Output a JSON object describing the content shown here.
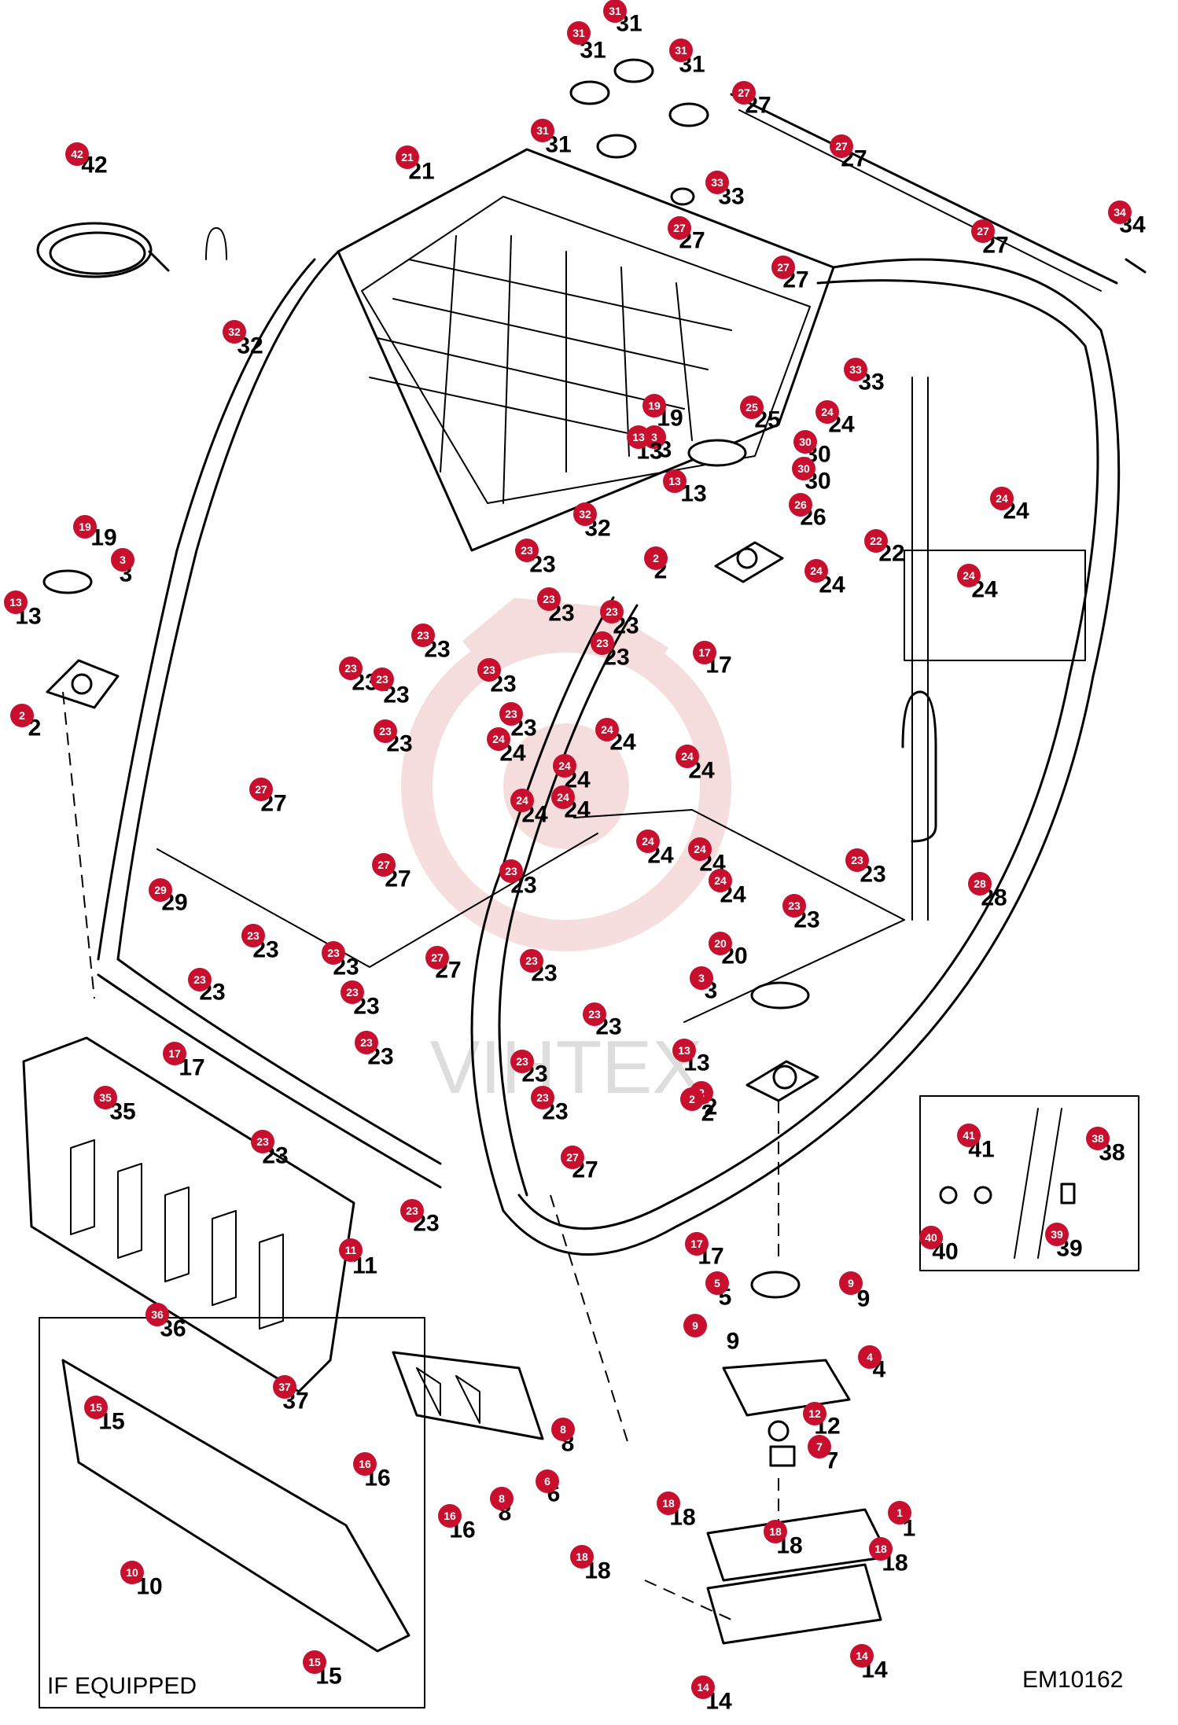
{
  "diagram": {
    "code": "EM10162",
    "optional_label": "IF EQUIPPED",
    "watermark": "VIHTEX",
    "colors": {
      "callout": "#c8102e",
      "line": "#000000",
      "watermark": "#e8a0a0"
    }
  },
  "callouts": [
    {
      "id": "c1",
      "label": "31"
    },
    {
      "id": "c2",
      "label": "31"
    },
    {
      "id": "c3",
      "label": "31"
    },
    {
      "id": "c4",
      "label": "31"
    },
    {
      "id": "c5",
      "label": "27"
    },
    {
      "id": "c6",
      "label": "27"
    },
    {
      "id": "c7",
      "label": "42"
    },
    {
      "id": "c8",
      "label": "21"
    },
    {
      "id": "c9",
      "label": "33"
    },
    {
      "id": "c10",
      "label": "27"
    },
    {
      "id": "c11",
      "label": "34"
    },
    {
      "id": "c12",
      "label": "27"
    },
    {
      "id": "c13",
      "label": "27"
    },
    {
      "id": "c14",
      "label": "32"
    },
    {
      "id": "c15",
      "label": "33"
    },
    {
      "id": "c16",
      "label": "19"
    },
    {
      "id": "c17",
      "label": "25"
    },
    {
      "id": "c18",
      "label": "24"
    },
    {
      "id": "c19",
      "label": "3"
    },
    {
      "id": "c20",
      "label": "30"
    },
    {
      "id": "c21",
      "label": "30"
    },
    {
      "id": "c22",
      "label": "13"
    },
    {
      "id": "c23",
      "label": "26"
    },
    {
      "id": "c24",
      "label": "24"
    },
    {
      "id": "c25",
      "label": "32"
    },
    {
      "id": "c26",
      "label": "22"
    },
    {
      "id": "c27",
      "label": "19"
    },
    {
      "id": "c28",
      "label": "3"
    },
    {
      "id": "c29",
      "label": "2"
    },
    {
      "id": "c30",
      "label": "24"
    },
    {
      "id": "c31",
      "label": "24"
    },
    {
      "id": "c32",
      "label": "13"
    },
    {
      "id": "c33",
      "label": "23"
    },
    {
      "id": "c34",
      "label": "23"
    },
    {
      "id": "c35",
      "label": "23"
    },
    {
      "id": "c36",
      "label": "23"
    },
    {
      "id": "c37",
      "label": "17"
    },
    {
      "id": "c38",
      "label": "23"
    },
    {
      "id": "c39",
      "label": "23"
    },
    {
      "id": "c40",
      "label": "2"
    },
    {
      "id": "c41",
      "label": "23"
    },
    {
      "id": "c42",
      "label": "23"
    },
    {
      "id": "c43",
      "label": "24"
    },
    {
      "id": "c44",
      "label": "24"
    },
    {
      "id": "c45",
      "label": "24"
    },
    {
      "id": "c46",
      "label": "24"
    },
    {
      "id": "c47",
      "label": "27"
    },
    {
      "id": "c48",
      "label": "24"
    },
    {
      "id": "c49",
      "label": "24"
    },
    {
      "id": "c50",
      "label": "24"
    },
    {
      "id": "c51",
      "label": "24"
    },
    {
      "id": "c52",
      "label": "23"
    },
    {
      "id": "c53",
      "label": "28"
    },
    {
      "id": "c54",
      "label": "27"
    },
    {
      "id": "c55",
      "label": "29"
    },
    {
      "id": "c56",
      "label": "20"
    },
    {
      "id": "c57",
      "label": "23"
    },
    {
      "id": "c58",
      "label": "23"
    },
    {
      "id": "c59",
      "label": "23"
    },
    {
      "id": "c60",
      "label": "23"
    },
    {
      "id": "c61",
      "label": "27"
    },
    {
      "id": "c62",
      "label": "23"
    },
    {
      "id": "c63",
      "label": "3"
    },
    {
      "id": "c64",
      "label": "23"
    },
    {
      "id": "c65",
      "label": "13"
    },
    {
      "id": "c66",
      "label": "23"
    },
    {
      "id": "c67",
      "label": "17"
    },
    {
      "id": "c68",
      "label": "23"
    },
    {
      "id": "c69",
      "label": "2"
    },
    {
      "id": "c70",
      "label": "35"
    },
    {
      "id": "c71",
      "label": "23"
    },
    {
      "id": "c72",
      "label": "41"
    },
    {
      "id": "c73",
      "label": "38"
    },
    {
      "id": "c74",
      "label": "23"
    },
    {
      "id": "c75",
      "label": "27"
    },
    {
      "id": "c76",
      "label": "40"
    },
    {
      "id": "c77",
      "label": "39"
    },
    {
      "id": "c78",
      "label": "23"
    },
    {
      "id": "c79",
      "label": "11"
    },
    {
      "id": "c80",
      "label": "23"
    },
    {
      "id": "c81",
      "label": "17"
    },
    {
      "id": "c82",
      "label": "5"
    },
    {
      "id": "c83",
      "label": "9"
    },
    {
      "id": "c84",
      "label": "36"
    },
    {
      "id": "c85",
      "label": "9"
    },
    {
      "id": "c86",
      "label": "4"
    },
    {
      "id": "c87",
      "label": "37"
    },
    {
      "id": "c88",
      "label": "15"
    },
    {
      "id": "c89",
      "label": "8"
    },
    {
      "id": "c90",
      "label": "12"
    },
    {
      "id": "c91",
      "label": "16"
    },
    {
      "id": "c92",
      "label": "7"
    },
    {
      "id": "c93",
      "label": "6"
    },
    {
      "id": "c94",
      "label": "16"
    },
    {
      "id": "c95",
      "label": "8"
    },
    {
      "id": "c96",
      "label": "18"
    },
    {
      "id": "c97",
      "label": "1"
    },
    {
      "id": "c98",
      "label": "18"
    },
    {
      "id": "c99",
      "label": "18"
    },
    {
      "id": "c100",
      "label": "18"
    },
    {
      "id": "c101",
      "label": "10"
    },
    {
      "id": "c102",
      "label": "14"
    },
    {
      "id": "c103",
      "label": "15"
    },
    {
      "id": "c104",
      "label": "14"
    },
    {
      "id": "c105",
      "label": "13"
    },
    {
      "id": "c106",
      "label": "2"
    },
    {
      "id": "c107",
      "label": "23"
    },
    {
      "id": "c108",
      "label": "23"
    },
    {
      "id": "c109",
      "label": "24"
    },
    {
      "id": "c110",
      "label": "23"
    }
  ]
}
